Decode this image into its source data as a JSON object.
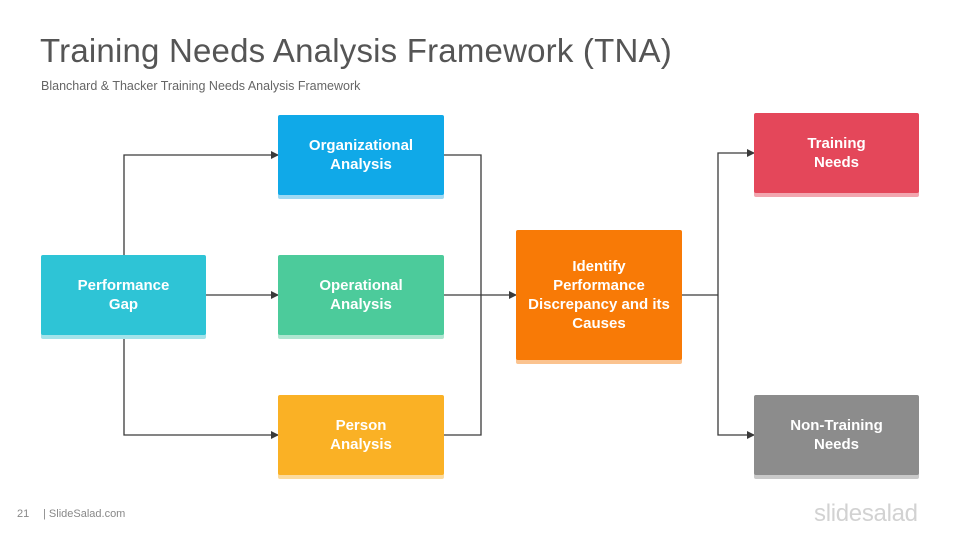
{
  "header": {
    "title": "Training Needs Analysis Framework (TNA)",
    "subtitle": "Blanchard  & Thacker Training  Needs Analysis  Framework"
  },
  "nodes": {
    "performance_gap": {
      "label": "Performance\nGap",
      "color": "#2ec4d6",
      "shadow": "#a3e3ea"
    },
    "organizational": {
      "label": "Organizational\nAnalysis",
      "color": "#10a9e8",
      "shadow": "#9ed9f3"
    },
    "operational": {
      "label": "Operational\nAnalysis",
      "color": "#4ccb9b",
      "shadow": "#aee6d0"
    },
    "person": {
      "label": "Person\nAnalysis",
      "color": "#fab125",
      "shadow": "#fcdb9d"
    },
    "identify": {
      "label": "Identify\nPerformance\nDiscrepancy  and its\nCauses",
      "color": "#f87a06",
      "shadow": "#fbc38f"
    },
    "training": {
      "label": "Training\nNeeds",
      "color": "#e4475a",
      "shadow": "#f2a6af"
    },
    "non_training": {
      "label": "Non-Training\nNeeds",
      "color": "#8c8c8c",
      "shadow": "#c9c9c9"
    }
  },
  "connector_color": "#3a3a3a",
  "footer": {
    "page_number": "21",
    "site": "| SlideSalad.com",
    "logo": "slidesalad"
  }
}
